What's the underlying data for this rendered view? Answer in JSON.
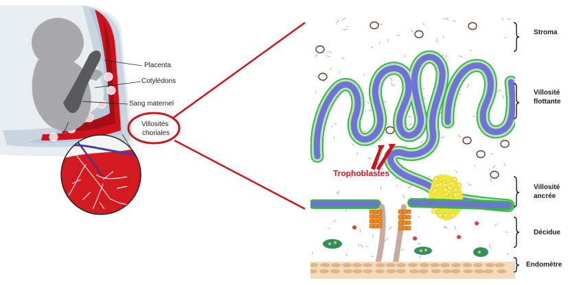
{
  "left_labels": {
    "placenta": "Placenta",
    "cotyledons": "Cotylédons",
    "sang_maternel": "Sang maternel",
    "villosites_line1": "Villosités",
    "villosites_line2": "choriales"
  },
  "center_label": "Trophoblastes",
  "right_labels": {
    "stroma": "Stroma",
    "villosite_flottante_1": "Villosité",
    "villosite_flottante_2": "flottante",
    "villosite_ancree_1": "Villosité",
    "villosite_ancree_2": "ancrée",
    "decidue": "Décidue",
    "endometre": "Endomètre"
  },
  "colors": {
    "accent_red": "#d0131b",
    "villus_blue": "#6f73d6",
    "trophoblast_green": "#39b54a",
    "anchor_yellow": "#f2e53a",
    "endometrium_tan": "#e9c9a0",
    "fetus_gray": "#a9a9ab"
  }
}
